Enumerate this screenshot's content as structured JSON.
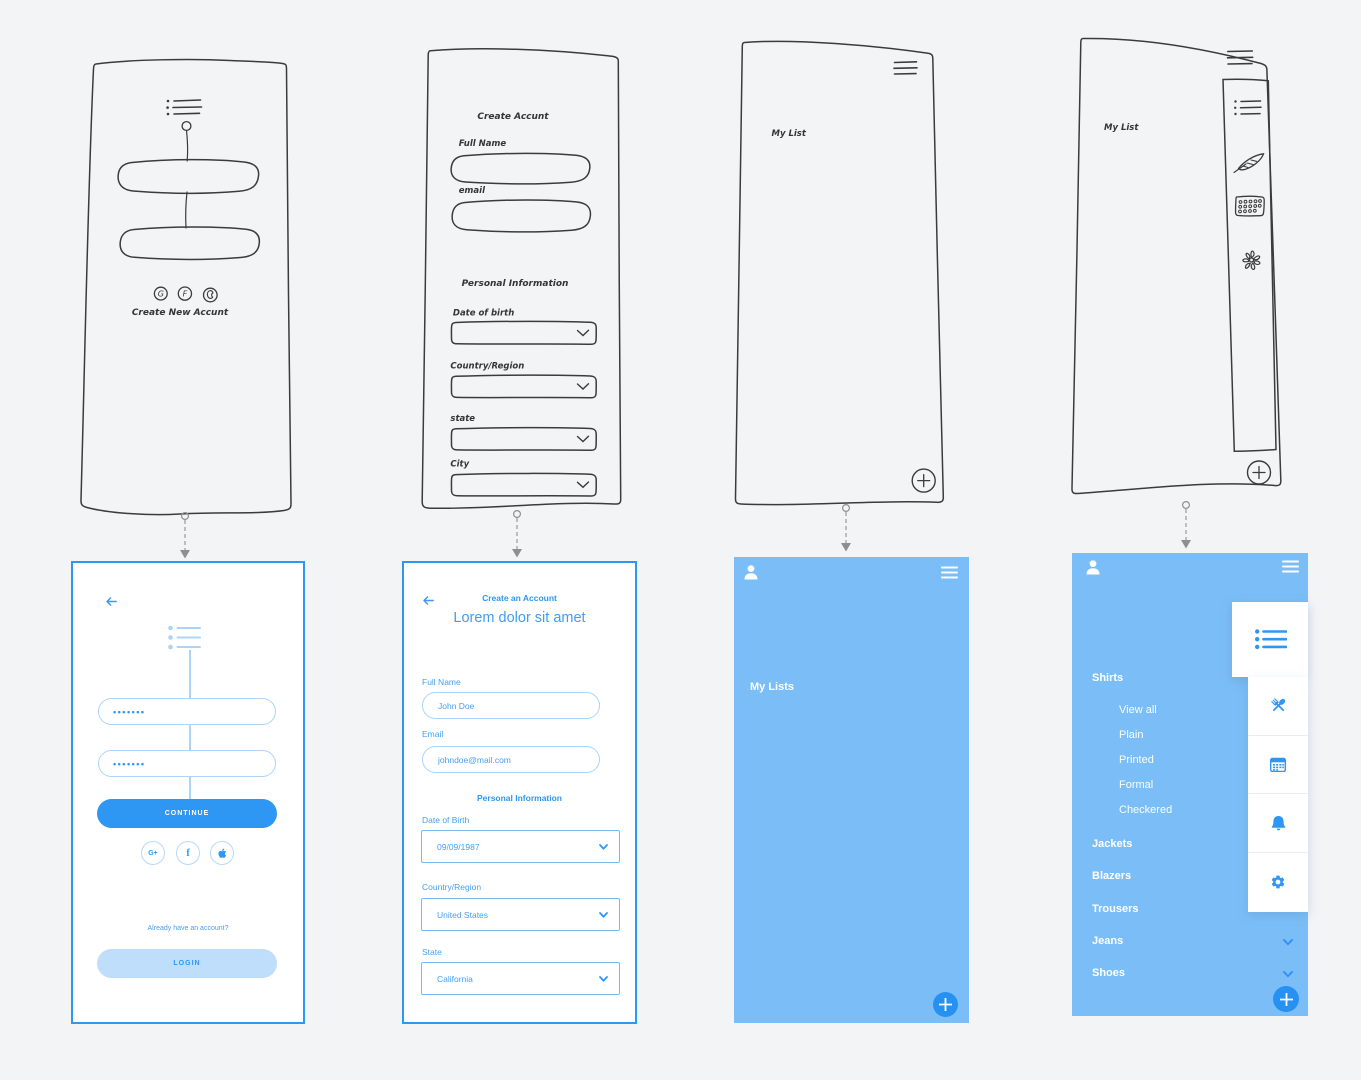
{
  "colors": {
    "page_bg": "#f3f4f6",
    "sketch_ink": "#3b3b3b",
    "connector_gray": "#8f8f8f",
    "accent_blue": "#2e96f3",
    "fab_blue": "#2791f1",
    "light_blue": "#abd4f9",
    "pale_blue_button": "#bedefb",
    "card_blue": "#7bbef7",
    "white": "#ffffff"
  },
  "sketches": {
    "login": {
      "caption": "Create New Accunt",
      "social_g": "G",
      "social_f": "F"
    },
    "signup": {
      "title": "Create Accunt",
      "full_name_label": "Full Name",
      "email_label": "email",
      "section_title": "Personal Information",
      "dob_label": "Date of birth",
      "country_label": "Country/Region",
      "state_label": "state",
      "city_label": "City"
    },
    "mylist": {
      "title": "My List"
    },
    "mylist_menu": {
      "title": "My List"
    }
  },
  "mockups": {
    "login": {
      "password_value": "•••••••",
      "password_confirm_value": "•••••••",
      "continue_label": "CONTINUE",
      "google_label": "G+",
      "facebook_label": "f",
      "already_account_text": "Already have an account?",
      "login_label": "LOGIN"
    },
    "signup": {
      "title": "Create an Account",
      "subtitle": "Lorem dolor sit amet",
      "full_name_label": "Full Name",
      "full_name_value": "John Doe",
      "email_label": "Email",
      "email_value": "johndoe@mail.com",
      "section_title": "Personal Information",
      "dob_label": "Date of Birth",
      "dob_value": "09/09/1987",
      "country_label": "Country/Region",
      "country_value": "United States",
      "state_label": "State",
      "state_value": "California"
    },
    "mylists": {
      "title": "My Lists"
    },
    "mylists_menu": {
      "categories": [
        {
          "label": "Shirts",
          "children": [
            "View all",
            "Plain",
            "Printed",
            "Formal",
            "Checkered"
          ]
        },
        {
          "label": "Jackets"
        },
        {
          "label": "Blazers"
        },
        {
          "label": "Trousers"
        },
        {
          "label": "Jeans"
        },
        {
          "label": "Shoes"
        }
      ]
    }
  }
}
